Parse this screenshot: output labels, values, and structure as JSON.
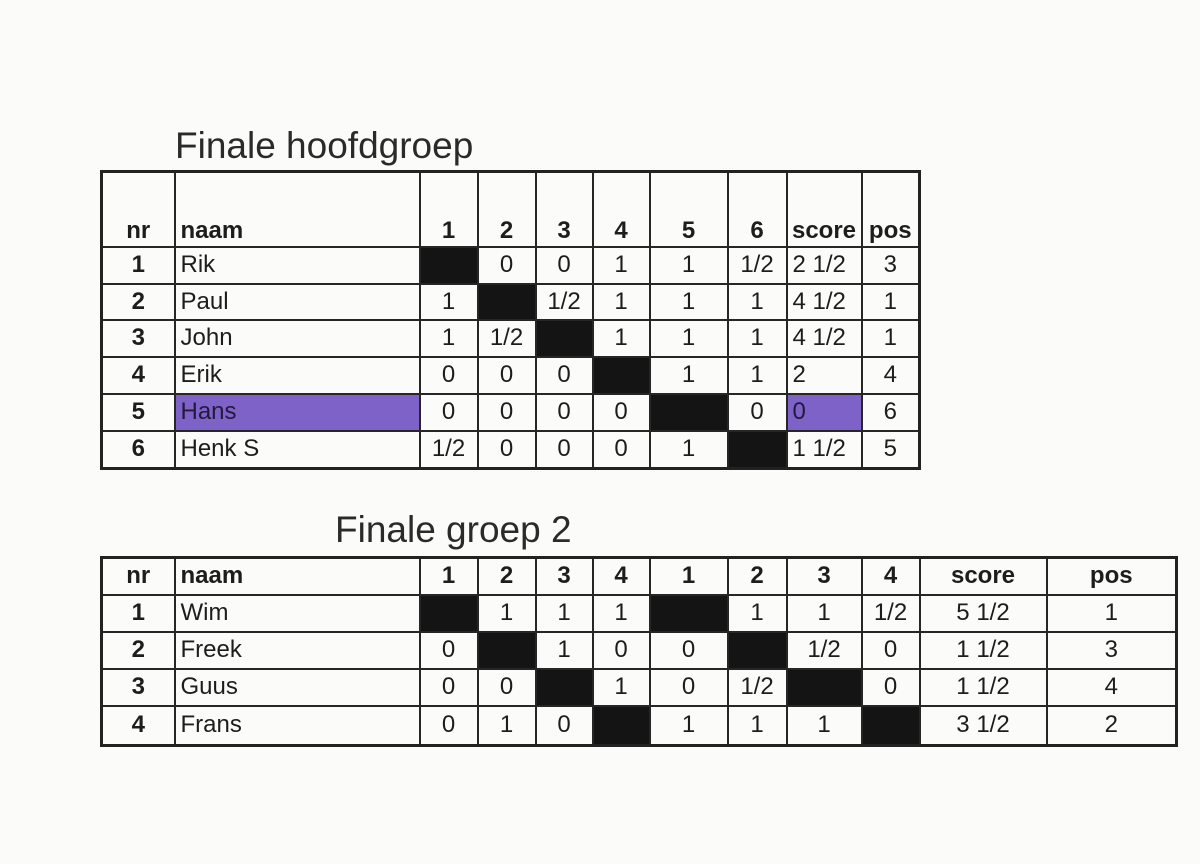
{
  "colors": {
    "highlight": "#7e62c8",
    "blocked": "#141414",
    "border": "#262626"
  },
  "tables": [
    {
      "title": "Finale hoofdgroep",
      "headers": [
        "nr",
        "naam",
        "1",
        "2",
        "3",
        "4",
        "5",
        "6",
        "score",
        "pos"
      ],
      "rows": [
        {
          "cells": [
            "1",
            "Rik",
            null,
            "0",
            "0",
            "1",
            "1",
            "1/2",
            "2 1/2",
            "3"
          ]
        },
        {
          "cells": [
            "2",
            "Paul",
            "1",
            null,
            "1/2",
            "1",
            "1",
            "1",
            "4 1/2",
            "1"
          ]
        },
        {
          "cells": [
            "3",
            "John",
            "1",
            "1/2",
            null,
            "1",
            "1",
            "1",
            "4 1/2",
            "1"
          ]
        },
        {
          "cells": [
            "4",
            "Erik",
            "0",
            "0",
            "0",
            null,
            "1",
            "1",
            "2",
            "4"
          ]
        },
        {
          "cells": [
            "5",
            "Hans",
            "0",
            "0",
            "0",
            "0",
            null,
            "0",
            "0",
            "6"
          ],
          "highlighted_cells": [
            1,
            8
          ]
        },
        {
          "cells": [
            "6",
            "Henk S",
            "1/2",
            "0",
            "0",
            "0",
            "1",
            null,
            "1 1/2",
            "5"
          ]
        }
      ]
    },
    {
      "title": "Finale groep 2",
      "headers": [
        "nr",
        "naam",
        "1",
        "2",
        "3",
        "4",
        "1",
        "2",
        "3",
        "4",
        "score",
        "pos"
      ],
      "rows": [
        {
          "cells": [
            "1",
            "Wim",
            null,
            "1",
            "1",
            "1",
            null,
            "1",
            "1",
            "1/2",
            "5 1/2",
            "1"
          ]
        },
        {
          "cells": [
            "2",
            "Freek",
            "0",
            null,
            "1",
            "0",
            "0",
            null,
            "1/2",
            "0",
            "1 1/2",
            "3"
          ]
        },
        {
          "cells": [
            "3",
            "Guus",
            "0",
            "0",
            null,
            "1",
            "0",
            "1/2",
            null,
            "0",
            "1 1/2",
            "4"
          ]
        },
        {
          "cells": [
            "4",
            "Frans",
            "0",
            "1",
            "0",
            null,
            "1",
            "1",
            "1",
            null,
            "3 1/2",
            "2"
          ]
        }
      ]
    }
  ]
}
